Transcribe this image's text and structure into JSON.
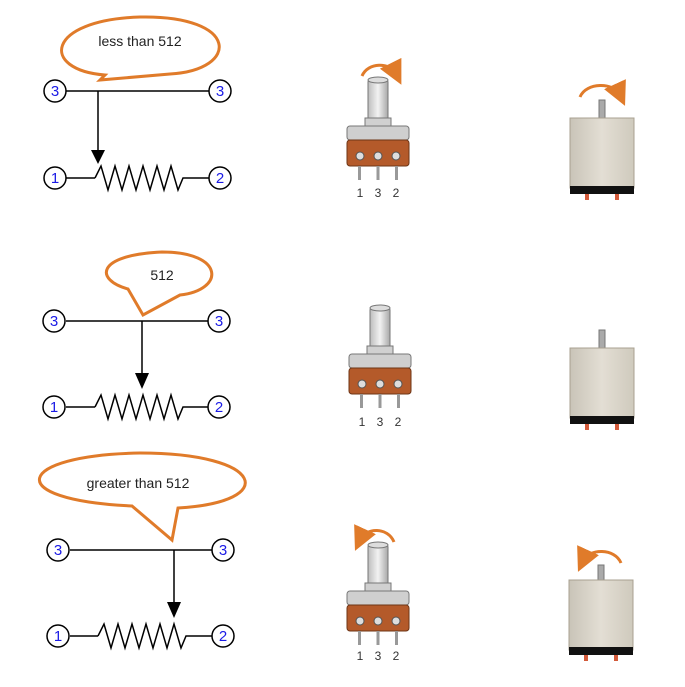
{
  "rows": [
    {
      "bubble": "less than 512",
      "pins": {
        "top_left": "3",
        "top_right": "3",
        "bottom_left": "1",
        "bottom_right": "2"
      },
      "pot_pins": [
        "1",
        "3",
        "2"
      ]
    },
    {
      "bubble": "512",
      "pins": {
        "top_left": "3",
        "top_right": "3",
        "bottom_left": "1",
        "bottom_right": "2"
      },
      "pot_pins": [
        "1",
        "3",
        "2"
      ]
    },
    {
      "bubble": "greater than 512",
      "pins": {
        "top_left": "3",
        "top_right": "3",
        "bottom_left": "1",
        "bottom_right": "2"
      },
      "pot_pins": [
        "1",
        "3",
        "2"
      ]
    }
  ],
  "colors": {
    "bubble_stroke": "#e07b2a",
    "pin_text": "#1a1ae6",
    "arrow": "#e07b2a"
  }
}
